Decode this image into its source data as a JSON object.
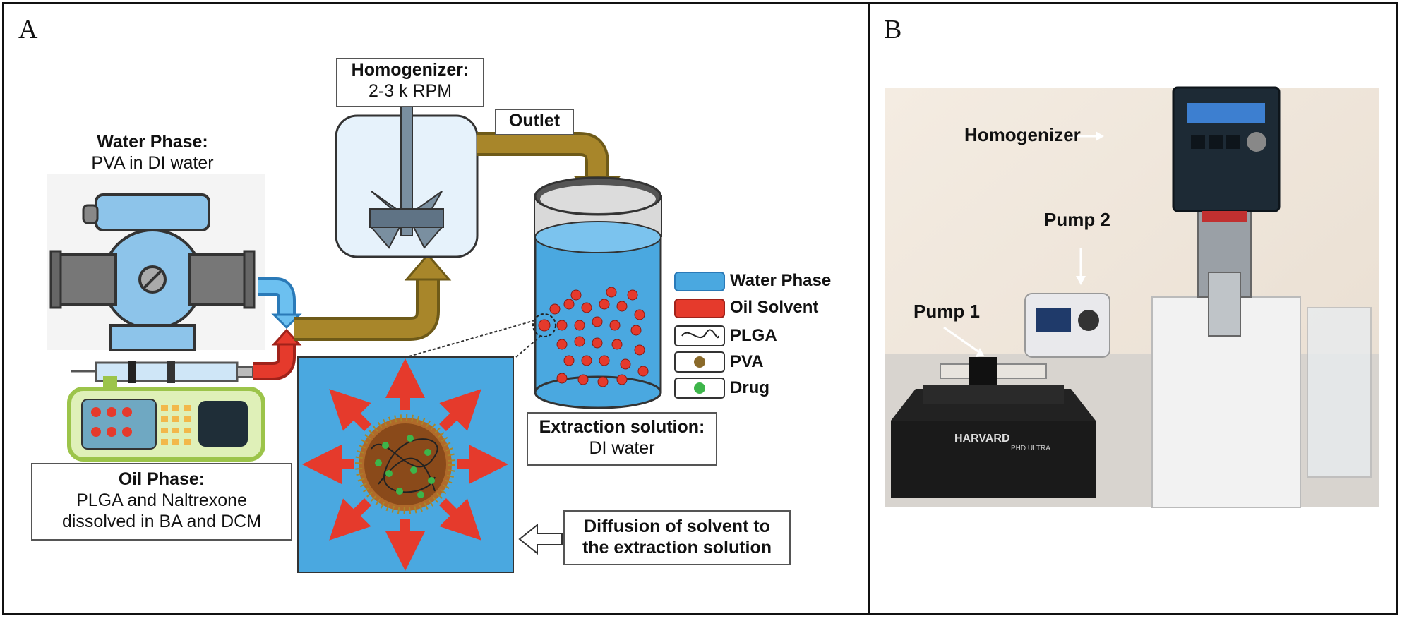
{
  "panel_a": {
    "letter": "A",
    "homogenizer": {
      "title": "Homogenizer:",
      "value": "2-3 k  RPM"
    },
    "outlet": "Outlet",
    "water_phase": {
      "title": "Water Phase:",
      "value": "PVA in DI water"
    },
    "oil_phase": {
      "title": "Oil Phase:",
      "line1": "PLGA and Naltrexone",
      "line2": "dissolved in BA and DCM"
    },
    "extraction": {
      "title": "Extraction solution:",
      "value": "DI water"
    },
    "diffusion": {
      "line1": "Diffusion of solvent to",
      "line2": "the extraction solution"
    },
    "legend": [
      "Water Phase",
      "Oil Solvent",
      "PLGA",
      "PVA",
      "Drug"
    ],
    "colors": {
      "water": "#4aa8e0",
      "oil": "#e53a2c",
      "tube": "#a8862a",
      "plga_particle": "#8a4a1a",
      "pva": "#8a6a2a",
      "drug": "#3db54a"
    }
  },
  "panel_b": {
    "letter": "B",
    "labels": {
      "homogenizer": "Homogenizer",
      "pump2": "Pump 2",
      "pump1": "Pump 1"
    },
    "device_text": {
      "brand": "HARVARD",
      "model": "PHD ULTRA"
    }
  }
}
